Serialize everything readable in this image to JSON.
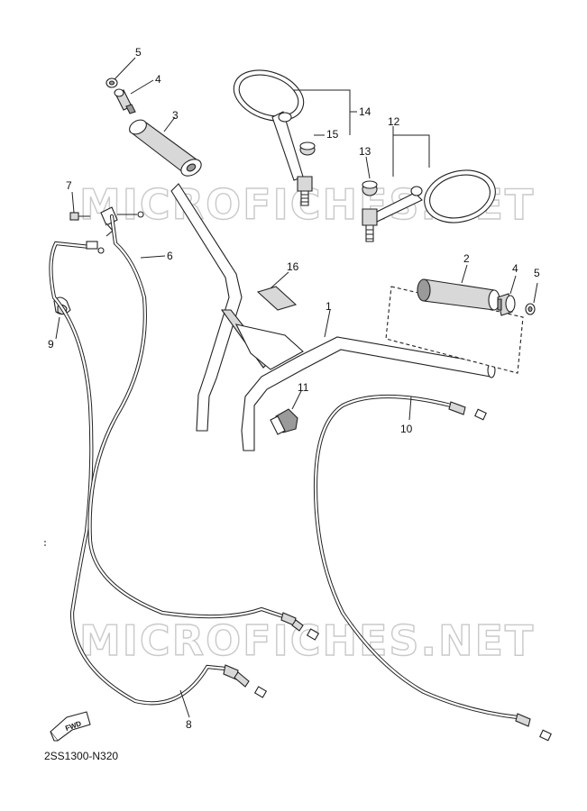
{
  "watermark": "MICROFICHES.NET",
  "diagram_code": "2SS1300-N320",
  "fwd_label": "FWD",
  "callouts": {
    "c1": "1",
    "c2": "2",
    "c3": "3",
    "c4a": "4",
    "c4b": "4",
    "c5a": "5",
    "c5b": "5",
    "c6": "6",
    "c7": "7",
    "c8": "8",
    "c9": "9",
    "c10": "10",
    "c11": "11",
    "c12": "12",
    "c13": "13",
    "c14": "14",
    "c15": "15",
    "c16": "16"
  }
}
